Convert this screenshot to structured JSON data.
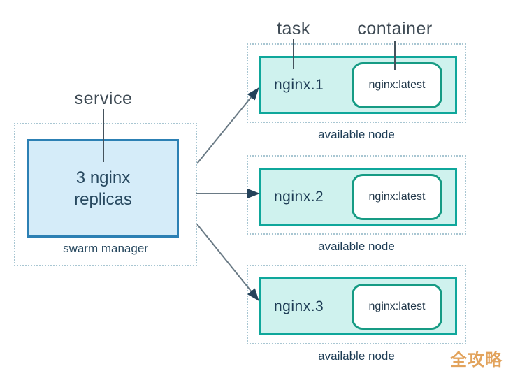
{
  "labels": {
    "service": "service",
    "task": "task",
    "container": "container"
  },
  "manager": {
    "line1": "3 nginx",
    "line2": "replicas",
    "caption": "swarm manager"
  },
  "nodes": [
    {
      "task": "nginx.1",
      "container": "nginx:latest",
      "caption": "available node"
    },
    {
      "task": "nginx.2",
      "container": "nginx:latest",
      "caption": "available node"
    },
    {
      "task": "nginx.3",
      "container": "nginx:latest",
      "caption": "available node"
    }
  ],
  "watermark": "全攻略",
  "colors": {
    "manager_fill": "#d5ecf9",
    "manager_border": "#2c80b4",
    "task_fill": "#cff2ee",
    "task_border": "#0fa79b",
    "container_border": "#169b84",
    "dotted_border": "#a8c6d2",
    "arrow_line": "#6a7a85",
    "arrow_head": "#24425a",
    "pointer_line": "#45525c",
    "text_dark": "#27485f",
    "label_text": "#3e4a54",
    "watermark_color": "#e2a35c"
  }
}
